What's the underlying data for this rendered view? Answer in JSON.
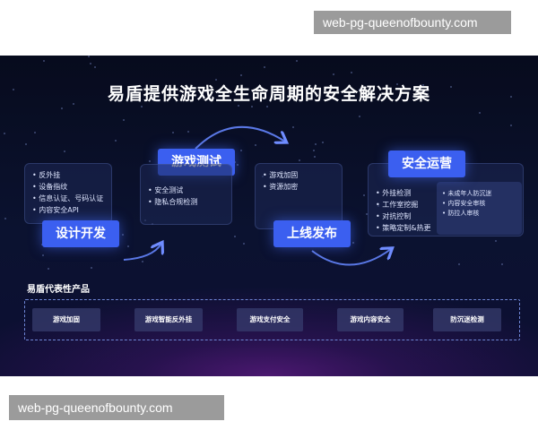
{
  "watermark": {
    "top": "web-pg-queenofbounty.com",
    "bottom": "web-pg-queenofbounty.com"
  },
  "title": "易盾提供游戏全生命周期的安全解决方案",
  "stages": [
    {
      "label": "设计开发",
      "items": [
        "反外挂",
        "设备指纹",
        "信息认证、号码认证",
        "内容安全API"
      ]
    },
    {
      "label": "游戏测试",
      "items": [
        "安全测试",
        "隐私合规检测"
      ]
    },
    {
      "label": "上线发布",
      "items": [
        "游戏加固",
        "资源加密"
      ]
    },
    {
      "label": "安全运营",
      "items": [
        "外挂检测",
        "工作室挖掘",
        "对抗控制",
        "策略定制&热更"
      ],
      "items_right": [
        "未成年人防沉迷",
        "内容安全审核",
        "防拉人审核"
      ]
    }
  ],
  "products_section": {
    "label": "易盾代表性产品",
    "items": [
      "游戏加固",
      "游戏智能反外挂",
      "游戏支付安全",
      "游戏内容安全",
      "防沉迷检测"
    ]
  },
  "colors": {
    "accent": "#3b5ff0",
    "background": "#0b1230",
    "glow": "#4b1870"
  }
}
